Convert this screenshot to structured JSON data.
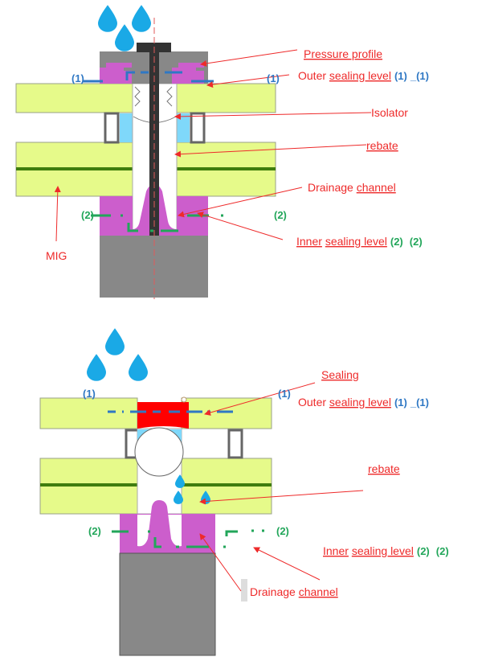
{
  "diagram_top": {
    "labels": {
      "pressure_profile": "Pressure profile",
      "outer_prefix": "Outer ",
      "outer_sealing_level": "sealing level",
      "outer_code": "(1)",
      "outer_sep": "_",
      "outer_code2": "(1)",
      "isolator": "Isolator",
      "rebate": "rebate",
      "drainage_word": "Drainage ",
      "drainage_channel": "channel",
      "inner_word": "Inner",
      "inner_sealing_level": "sealing level",
      "inner_code": "(2)",
      "inner_code2": "(2)",
      "mig": "MIG",
      "marker_1_left": "(1)",
      "marker_1_right": "(1)",
      "marker_2_left": "(2)",
      "marker_2_right": "(2)"
    }
  },
  "diagram_bottom": {
    "labels": {
      "sealing": "Sealing",
      "outer_prefix": "Outer ",
      "outer_sealing_level": "sealing level",
      "outer_code": "(1)",
      "outer_sep": "_",
      "outer_code2": "(1)",
      "rebate": "rebate",
      "inner_word": "Inner",
      "inner_sealing_level": "sealing level",
      "inner_code": "(2)",
      "inner_code2": "(2)",
      "drainage_word": "Drainage ",
      "drainage_channel": "channel",
      "marker_1_left": "(1)",
      "marker_1_right": "(1)",
      "marker_2_left": "(2)",
      "marker_2_right": "(2)"
    }
  },
  "colors": {
    "glass": "#e6fa8a",
    "glass_line": "#3f7d0e",
    "profile_gray": "#888888",
    "bolt": "#333333",
    "gasket_purple": "#cc5ecc",
    "spacer_blue": "#7fd8fa",
    "seal_red": "#ff0000",
    "water": "#1aa9e6",
    "label_red": "#ee2a2a",
    "outer_level_blue": "#2f78c4",
    "inner_level_green": "#22a65a"
  }
}
